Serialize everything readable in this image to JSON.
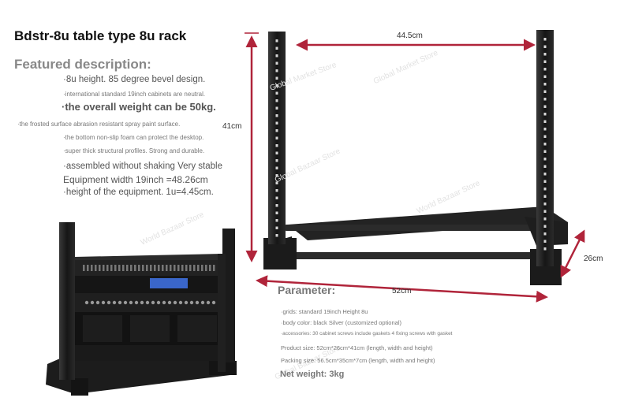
{
  "title": "Bdstr-8u table type 8u rack",
  "featured": {
    "heading": "Featured description:",
    "lines": [
      "·8u height. 85 degree bevel design.",
      "·international standard 19inch cabinets are neutral.",
      "·the overall weight can be 50kg.",
      "·the frosted surface abrasion resistant spray paint surface.",
      "·the bottom non-slip foam can protect the desktop.",
      "·super thick structural profiles. Strong and durable.",
      "·assembled without shaking Very stable",
      "Equipment width 19inch =48.26cm",
      "·height of the equipment. 1u=4.45cm."
    ]
  },
  "dimensions": {
    "width_top": "44.5cm",
    "height": "41cm",
    "depth": "26cm",
    "width_bottom": "52cm"
  },
  "parameters": {
    "heading": "Parameter:",
    "lines": [
      "·grids: standard 19inch Height 8u",
      "·body color: black Silver (customized optional)",
      "·accessories: 30 cabinet screws include gaskets 4 fixing screws with gasket",
      "Product size: 52cm*26cm*41cm (length, width and height)",
      "Packing size: 56.5cm*35cm*7cm (length, width and height)"
    ],
    "net_weight": "Net weight: 3kg"
  },
  "watermarks": [
    "Global Market Store",
    "Global Bazaar Store",
    "World Bazaar Store",
    "Global Bazaar Store",
    "World Bazaar Store",
    "Global Market Store"
  ],
  "colors": {
    "rack": "#1a1a1a",
    "dimension_arrows": "#b0243a",
    "panel_blue": "#3a66c9"
  }
}
